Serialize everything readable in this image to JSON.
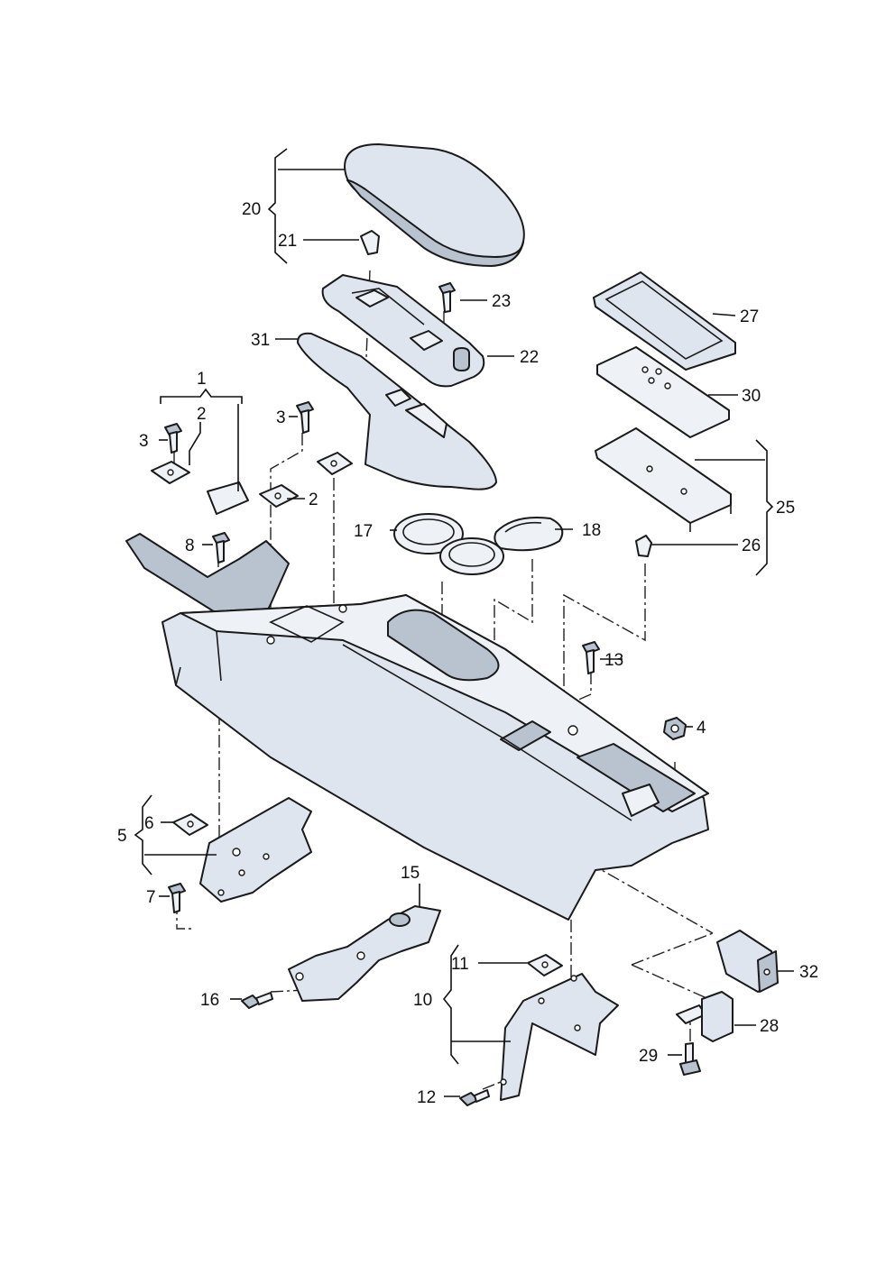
{
  "callouts": {
    "c1": "1",
    "c2a": "2",
    "c2b": "2",
    "c3a": "3",
    "c3b": "3",
    "c4": "4",
    "c5": "5",
    "c6": "6",
    "c7": "7",
    "c8": "8",
    "c10": "10",
    "c11": "11",
    "c12": "12",
    "c13": "13",
    "c15": "15",
    "c16": "16",
    "c17": "17",
    "c18": "18",
    "c20": "20",
    "c21": "21",
    "c22": "22",
    "c23": "23",
    "c25": "25",
    "c26": "26",
    "c27": "27",
    "c28": "28",
    "c29": "29",
    "c30": "30",
    "c31": "31",
    "c32": "32"
  },
  "colors": {
    "part_fill": "#dfe5ee",
    "part_light": "#eef2f7",
    "part_dark": "#b9c3d0",
    "line": "#1a1a1a"
  }
}
